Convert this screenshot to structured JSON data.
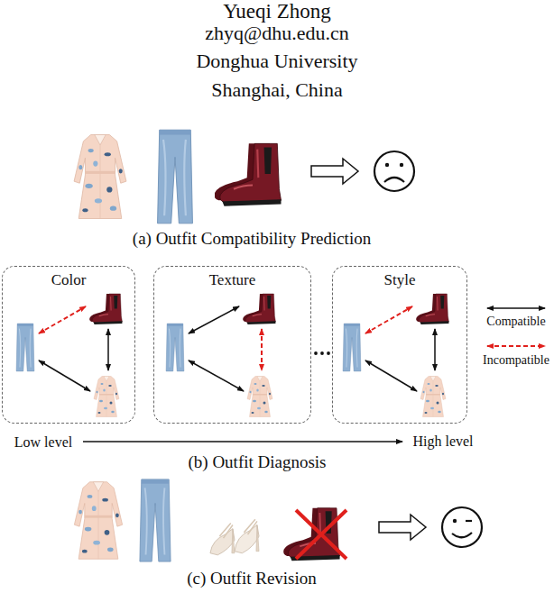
{
  "diagram": {
    "nodes": [
      {
        "text": [
          "Color"
        ]
      },
      {
        "text": [
          "Texture"
        ]
      },
      {
        "text": [
          "Style"
        ]
      }
    ],
    "labels": [
      "Yueqi Zhong",
      "zhyq@dhu.edu.cn",
      "Donghua University",
      "Shanghai, China",
      "(a) Outfit Compatibility Prediction",
      "Low level",
      "High level",
      "(b) Outfit Diagnosis",
      "(c) Outfit Revision"
    ],
    "legend": [
      {
        "text": "Compatible"
      },
      {
        "text": "Incompatible"
      }
    ]
  }
}
